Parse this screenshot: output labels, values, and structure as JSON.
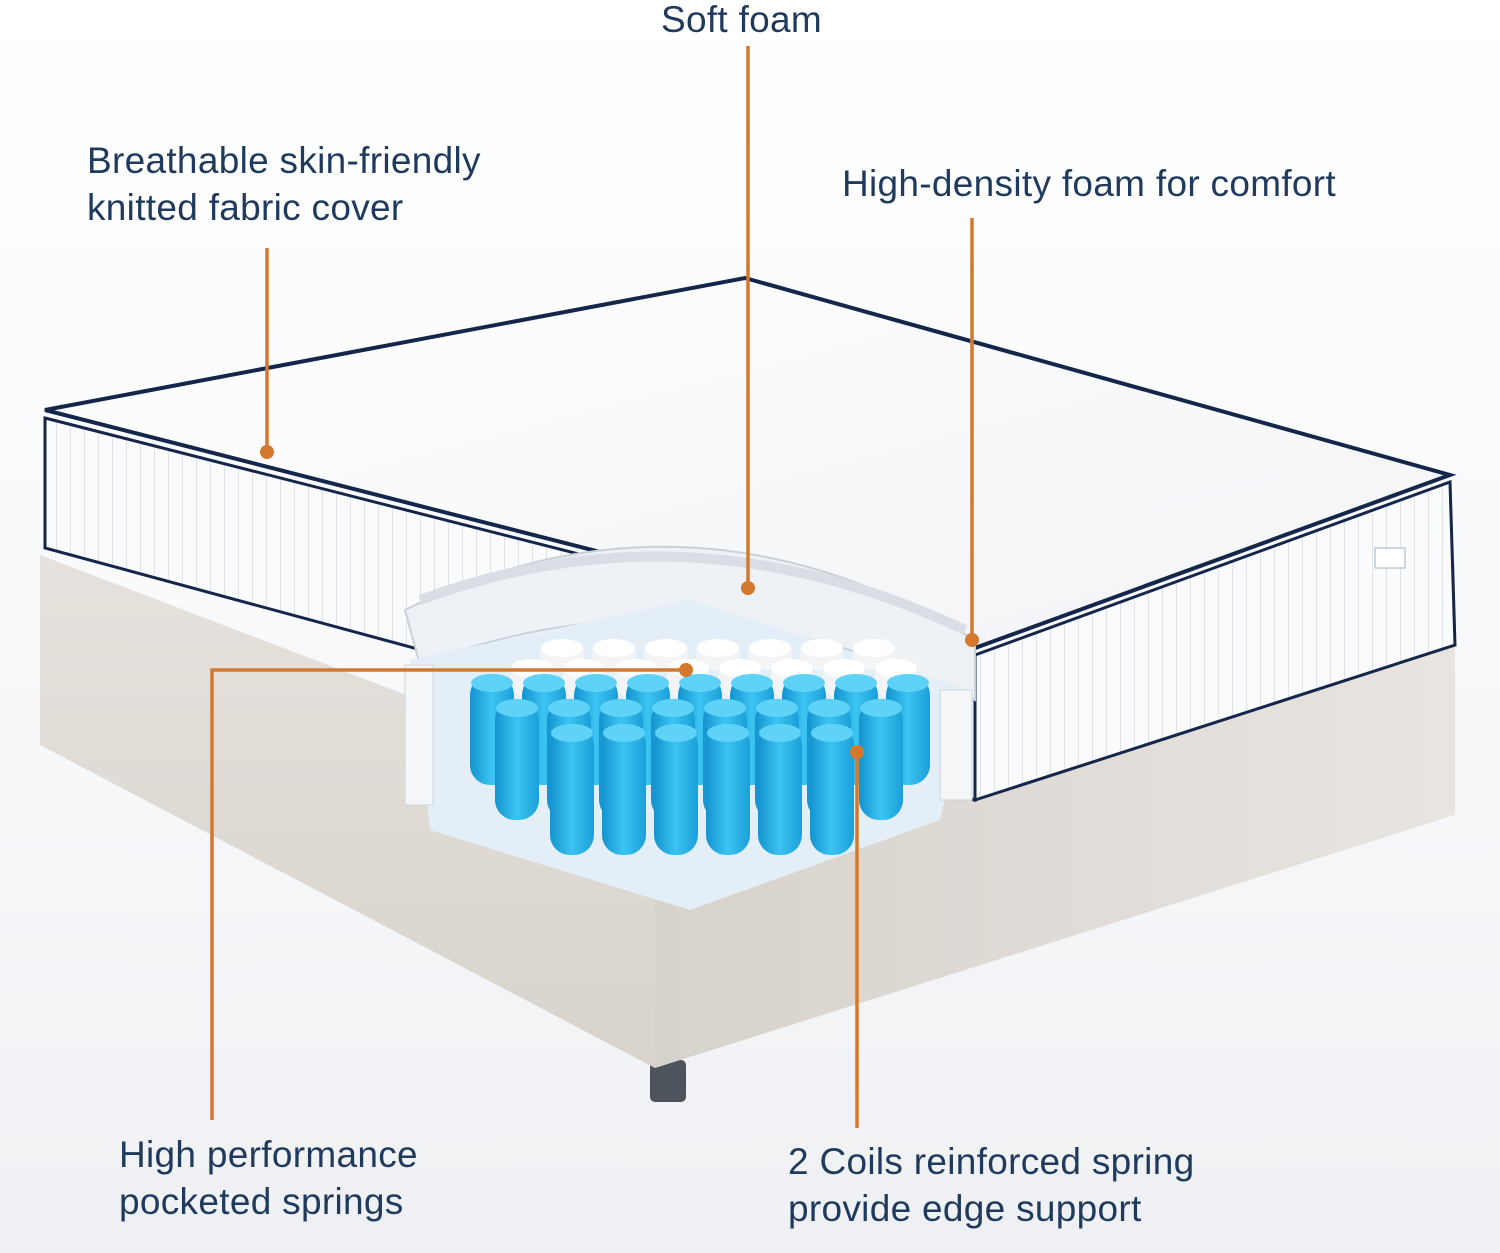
{
  "colors": {
    "callout": "#d4782e",
    "text": "#1f3a5c",
    "spring": "#29b6ea",
    "piping": "#14264a"
  },
  "callouts": {
    "soft_foam": {
      "line1": "Soft foam"
    },
    "cover": {
      "line1": "Breathable skin-friendly",
      "line2": "knitted fabric cover"
    },
    "high_density": {
      "line1": "High-density foam for comfort"
    },
    "pocketed": {
      "line1": "High performance",
      "line2": "pocketed springs"
    },
    "edge": {
      "line1": "2 Coils reinforced spring",
      "line2": "provide edge support"
    }
  }
}
